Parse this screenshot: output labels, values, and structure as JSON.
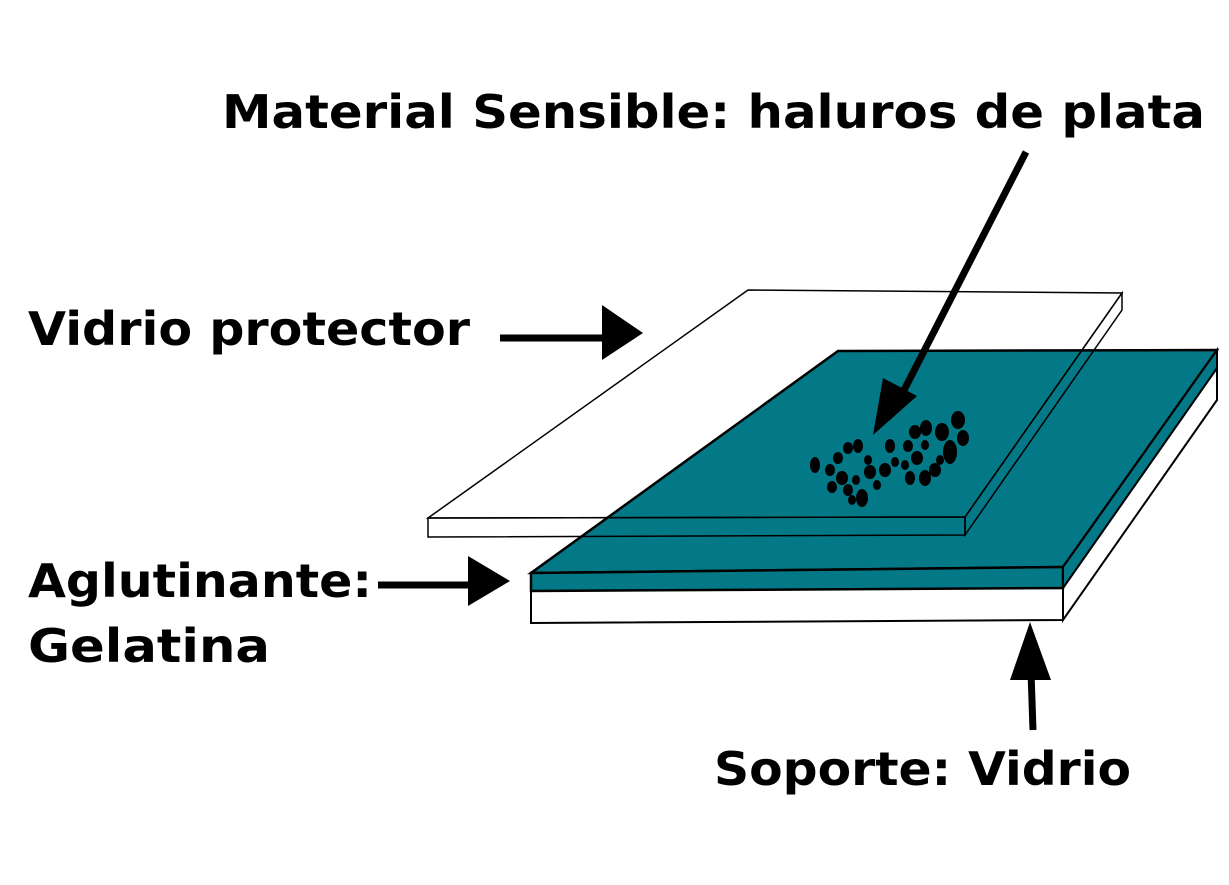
{
  "labels": {
    "material": "Material Sensible: haluros de plata",
    "vidrio_protector": "Vidrio protector",
    "aglutinante_line1": "Aglutinante:",
    "aglutinante_line2": "Gelatina",
    "soporte": "Soporte: Vidrio"
  },
  "colors": {
    "emulsion": "#037886",
    "glass": "#ffffff",
    "ink": "#000000"
  }
}
